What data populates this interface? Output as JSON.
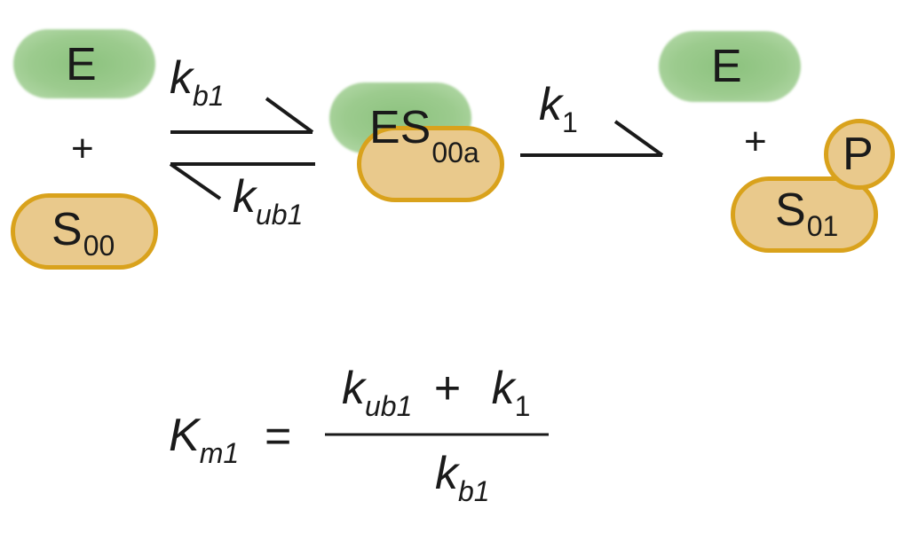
{
  "reaction": {
    "left": {
      "enzyme": "E",
      "plus": "+",
      "substrate": {
        "base": "S",
        "sub": "00"
      }
    },
    "rate_forward": {
      "base": "k",
      "sub": "b1"
    },
    "rate_reverse": {
      "base": "k",
      "sub": "ub1"
    },
    "complex": {
      "base": "ES",
      "sub": "00a"
    },
    "rate_catalytic": {
      "base": "k",
      "sub": "1"
    },
    "right": {
      "enzyme": "E",
      "plus": "+",
      "product_substrate": {
        "base": "S",
        "sub": "01"
      },
      "phosphate": "P"
    }
  },
  "equation": {
    "lhs": {
      "base": "K",
      "sub": "m1"
    },
    "equals": "=",
    "numerator": [
      {
        "base": "k",
        "sub": "ub1"
      },
      {
        "op": "+"
      },
      {
        "base": "k",
        "sub": "1"
      }
    ],
    "denominator": {
      "base": "k",
      "sub": "b1"
    }
  },
  "colors": {
    "enzyme_green": "#9ccb8e",
    "substrate_fill": "#e9c98c",
    "substrate_border": "#d9a21c",
    "ink": "#1a1a1a"
  }
}
